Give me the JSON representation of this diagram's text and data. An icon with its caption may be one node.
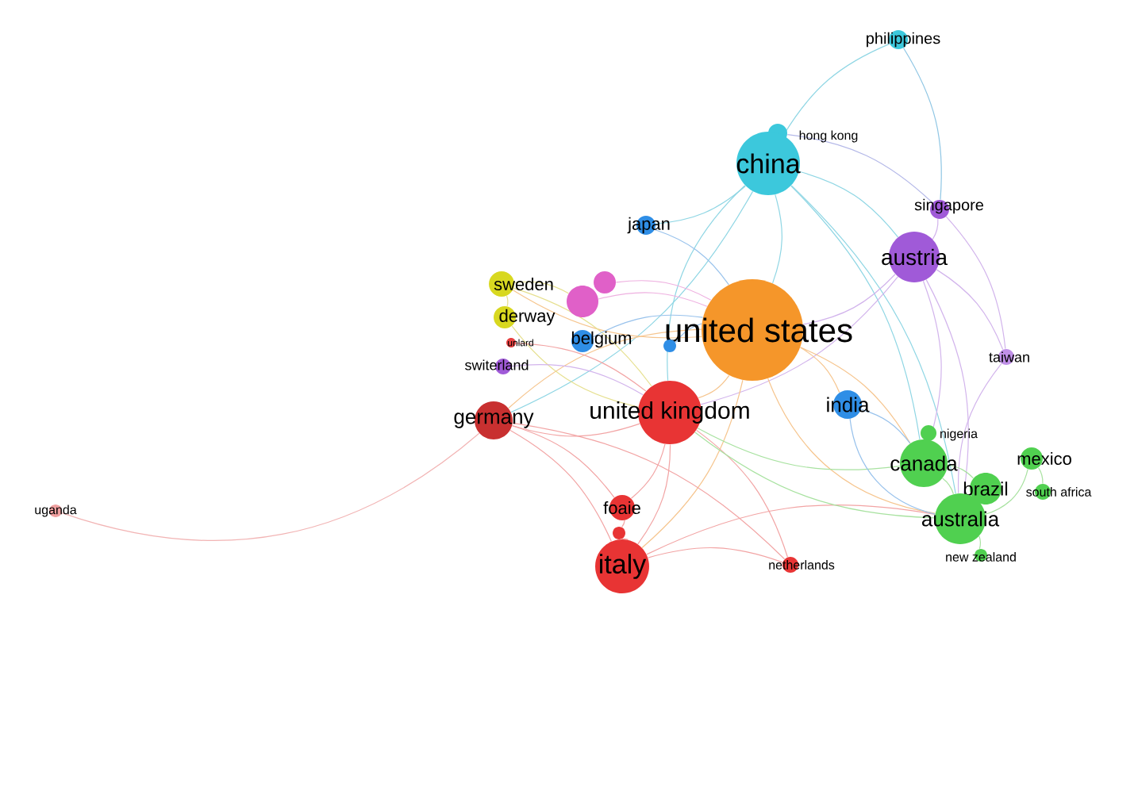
{
  "diagram": {
    "nodes": [
      {
        "text": [
          "philippines"
        ]
      },
      {
        "text": [
          "hong kong"
        ]
      },
      {
        "text": [
          "china"
        ]
      },
      {
        "text": [
          "singapore"
        ]
      },
      {
        "text": [
          "japan"
        ]
      },
      {
        "text": [
          "austria"
        ]
      },
      {
        "text": [
          "sweden"
        ]
      },
      {
        "text": [],
        "shape": "circle"
      },
      {
        "text": [],
        "shape": "circle"
      },
      {
        "text": [
          "derway"
        ]
      },
      {
        "text": [
          "united states"
        ]
      },
      {
        "text": [
          "belgium"
        ]
      },
      {
        "text": [
          "unlard"
        ]
      },
      {
        "text": [
          "switerland"
        ]
      },
      {
        "text": [
          "taiwan"
        ]
      },
      {
        "text": [
          "germany"
        ]
      },
      {
        "text": [
          "united kingdom"
        ]
      },
      {
        "text": [
          "india"
        ]
      },
      {
        "text": [
          "nigeria"
        ]
      },
      {
        "text": [
          "canada"
        ]
      },
      {
        "text": [
          "mexico"
        ]
      },
      {
        "text": [
          "brazil"
        ]
      },
      {
        "text": [
          "south africa"
        ]
      },
      {
        "text": [
          "uganda"
        ]
      },
      {
        "text": [
          "foaie"
        ]
      },
      {
        "text": [
          "australia"
        ]
      },
      {
        "text": [
          "netherlands"
        ]
      },
      {
        "text": [
          "new zealand"
        ]
      },
      {
        "text": [
          "italy"
        ]
      },
      {
        "text": [],
        "shape": "circle"
      },
      {
        "text": [],
        "shape": "circle"
      }
    ],
    "edges": [
      {
        "from": 2,
        "to": 0,
        "arrow": "none",
        "color": "#8fd6e4"
      },
      {
        "from": 0,
        "to": 3,
        "arrow": "none",
        "color": "#8fc6e4"
      },
      {
        "from": 1,
        "to": 3,
        "arrow": "none",
        "color": "#b4b8e8"
      },
      {
        "from": 2,
        "to": 10,
        "arrow": "none",
        "color": "#8fd6e4"
      },
      {
        "from": 2,
        "to": 16,
        "arrow": "none",
        "color": "#8fd6e4"
      },
      {
        "from": 2,
        "to": 15,
        "arrow": "none",
        "color": "#8fd6e4"
      },
      {
        "from": 2,
        "to": 25,
        "arrow": "none",
        "color": "#8fd6e4"
      },
      {
        "from": 2,
        "to": 19,
        "arrow": "none",
        "color": "#8fd6e4"
      },
      {
        "from": 2,
        "to": 5,
        "arrow": "none",
        "color": "#8fd6e4"
      },
      {
        "from": 2,
        "to": 4,
        "arrow": "none",
        "color": "#8fd6e4"
      },
      {
        "from": 5,
        "to": 10,
        "arrow": "none",
        "color": "#d2b4ec"
      },
      {
        "from": 5,
        "to": 25,
        "arrow": "none",
        "color": "#d2b4ec"
      },
      {
        "from": 5,
        "to": 19,
        "arrow": "none",
        "color": "#d2b4ec"
      },
      {
        "from": 5,
        "to": 16,
        "arrow": "none",
        "color": "#d2b4ec"
      },
      {
        "from": 3,
        "to": 14,
        "arrow": "none",
        "color": "#d2b4ec"
      },
      {
        "from": 5,
        "to": 14,
        "arrow": "none",
        "color": "#d2b4ec"
      },
      {
        "from": 14,
        "to": 25,
        "arrow": "none",
        "color": "#d2b4ec"
      },
      {
        "from": 3,
        "to": 5,
        "arrow": "none",
        "color": "#d2b4ec"
      },
      {
        "from": 10,
        "to": 16,
        "arrow": "none",
        "color": "#f6c58e"
      },
      {
        "from": 10,
        "to": 28,
        "arrow": "none",
        "color": "#f6c58e"
      },
      {
        "from": 10,
        "to": 19,
        "arrow": "none",
        "color": "#f6c58e"
      },
      {
        "from": 10,
        "to": 25,
        "arrow": "none",
        "color": "#f6c58e"
      },
      {
        "from": 10,
        "to": 17,
        "arrow": "none",
        "color": "#f6c58e"
      },
      {
        "from": 10,
        "to": 6,
        "arrow": "none",
        "color": "#f6c58e"
      },
      {
        "from": 10,
        "to": 15,
        "arrow": "none",
        "color": "#f6c58e"
      },
      {
        "from": 16,
        "to": 15,
        "arrow": "none",
        "color": "#f2a4a4"
      },
      {
        "from": 16,
        "to": 28,
        "arrow": "none",
        "color": "#f2a4a4"
      },
      {
        "from": 16,
        "to": 24,
        "arrow": "none",
        "color": "#f2a4a4"
      },
      {
        "from": 16,
        "to": 26,
        "arrow": "none",
        "color": "#f2a4a4"
      },
      {
        "from": 15,
        "to": 23,
        "arrow": "none",
        "color": "#f2b4b4"
      },
      {
        "from": 15,
        "to": 28,
        "arrow": "none",
        "color": "#f2a4a4"
      },
      {
        "from": 15,
        "to": 24,
        "arrow": "none",
        "color": "#f2a4a4"
      },
      {
        "from": 28,
        "to": 26,
        "arrow": "none",
        "color": "#f2a4a4"
      },
      {
        "from": 28,
        "to": 25,
        "arrow": "none",
        "color": "#f2a4a4"
      },
      {
        "from": 15,
        "to": 26,
        "arrow": "none",
        "color": "#f2a4a4"
      },
      {
        "from": 19,
        "to": 25,
        "arrow": "none",
        "color": "#a8e2a0"
      },
      {
        "from": 19,
        "to": 21,
        "arrow": "none",
        "color": "#a8e2a0"
      },
      {
        "from": 25,
        "to": 20,
        "arrow": "none",
        "color": "#a8e2a0"
      },
      {
        "from": 20,
        "to": 22,
        "arrow": "none",
        "color": "#a8e2a0"
      },
      {
        "from": 25,
        "to": 27,
        "arrow": "none",
        "color": "#a8e2a0"
      },
      {
        "from": 19,
        "to": 16,
        "arrow": "none",
        "color": "#a8e2a0"
      },
      {
        "from": 25,
        "to": 16,
        "arrow": "none",
        "color": "#a8e2a0"
      },
      {
        "from": 17,
        "to": 19,
        "arrow": "none",
        "color": "#98c2ec"
      },
      {
        "from": 17,
        "to": 25,
        "arrow": "none",
        "color": "#98c2ec"
      },
      {
        "from": 6,
        "to": 9,
        "arrow": "none",
        "color": "#e6e090"
      },
      {
        "from": 6,
        "to": 7,
        "arrow": "none",
        "color": "#e6e090"
      },
      {
        "from": 9,
        "to": 16,
        "arrow": "none",
        "color": "#e6e090"
      },
      {
        "from": 6,
        "to": 16,
        "arrow": "none",
        "color": "#e6e090"
      },
      {
        "from": 7,
        "to": 10,
        "arrow": "none",
        "color": "#eeb0e0"
      },
      {
        "from": 8,
        "to": 10,
        "arrow": "none",
        "color": "#eeb0e0"
      },
      {
        "from": 11,
        "to": 10,
        "arrow": "none",
        "color": "#98c2ec"
      },
      {
        "from": 4,
        "to": 10,
        "arrow": "none",
        "color": "#98c2ec"
      },
      {
        "from": 29,
        "to": 10,
        "arrow": "none",
        "color": "#98c2ec"
      },
      {
        "from": 13,
        "to": 16,
        "arrow": "none",
        "color": "#d2b4ec"
      },
      {
        "from": 12,
        "to": 16,
        "arrow": "none",
        "color": "#f2a4a4"
      },
      {
        "from": 24,
        "to": 30,
        "arrow": "none",
        "color": "#f2a4a4"
      },
      {
        "from": 30,
        "to": 28,
        "arrow": "none",
        "color": "#f2a4a4"
      }
    ]
  }
}
